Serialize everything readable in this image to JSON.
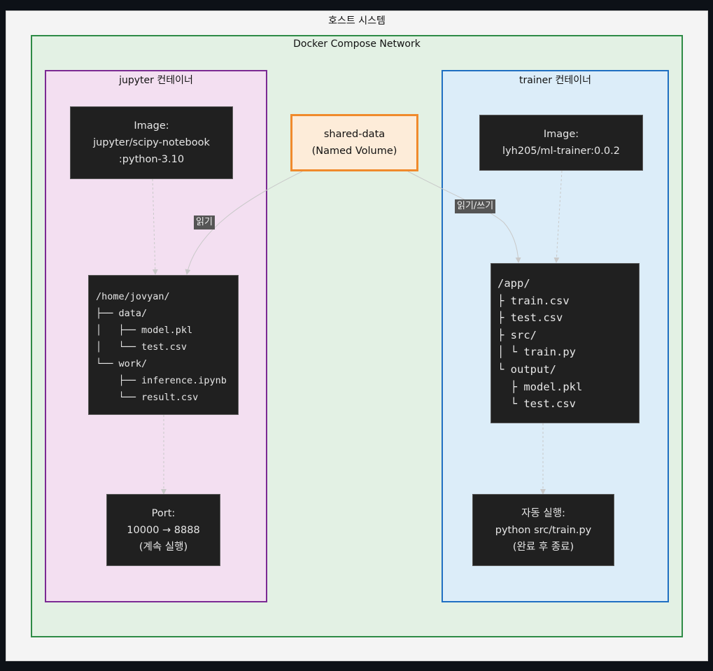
{
  "host": {
    "title": "호스트 시스템"
  },
  "network": {
    "title": "Docker Compose Network"
  },
  "jupyter": {
    "title": "jupyter 컨테이너",
    "image": "Image:\njupyter/scipy-notebook\n:python-3.10",
    "tree": "/home/jovyan/\n├── data/\n│   ├── model.pkl\n│   └── test.csv\n└── work/\n    ├── inference.ipynb\n    └── result.csv",
    "port": "Port:\n10000 → 8888\n(계속 실행)"
  },
  "trainer": {
    "title": "trainer 컨테이너",
    "image": "Image:\nlyh205/ml-trainer:0.0.2",
    "tree": "/app/\n├ train.csv\n├ test.csv\n├ src/\n│ └ train.py\n└ output/\n  ├ model.pkl\n  └ test.csv",
    "run": "자동 실행:\npython src/train.py\n(완료 후 종료)"
  },
  "volume": {
    "label": "shared-data\n(Named Volume)"
  },
  "edges": {
    "read": "읽기",
    "read_write": "읽기/쓰기"
  },
  "colors": {
    "network_border": "#2e8b46",
    "jupyter_border": "#7b2a93",
    "trainer_border": "#1f6fc2",
    "volume_border": "#f08a2c",
    "node_fill": "#202020"
  }
}
